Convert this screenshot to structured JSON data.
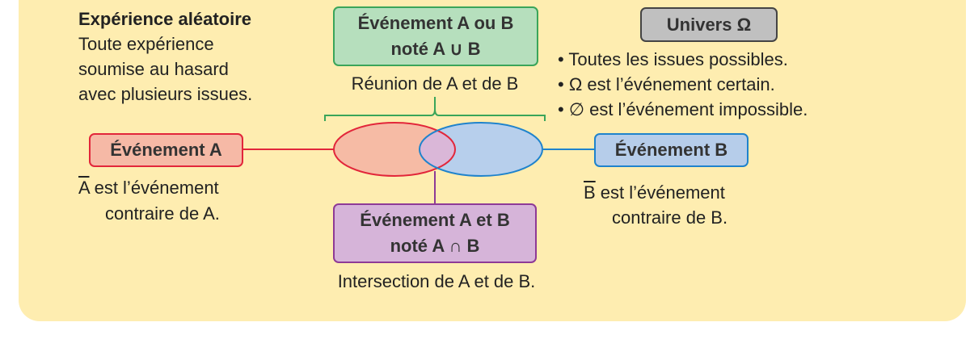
{
  "experience": {
    "title": "Expérience aléatoire",
    "lines": [
      "Toute expérience",
      "soumise au hasard",
      "avec plusieurs issues."
    ]
  },
  "union": {
    "line1": "Événement A ou B",
    "line2": "noté  A ∪ B",
    "caption": "Réunion de A et de B"
  },
  "universe": {
    "label": "Univers Ω",
    "bullets": [
      "• Toutes les issues possibles.",
      "• Ω est l’événement certain.",
      "• ∅ est l’événement impossible."
    ]
  },
  "event_a": {
    "label": "Événement A",
    "bar": "A",
    "line1": " est l’événement",
    "line2": "contraire de A."
  },
  "event_b": {
    "label": "Événement B",
    "bar": "B",
    "line1": " est l’événement",
    "line2": "contraire de B."
  },
  "intersection": {
    "line1": "Événement A et B",
    "line2": "noté  A ∩ B",
    "caption": "Intersection de A et de B."
  },
  "colors": {
    "background": "#feedb0",
    "green": "#3aa55a",
    "red": "#e2263a",
    "blue": "#1f83cc",
    "purple": "#8e3a96"
  }
}
